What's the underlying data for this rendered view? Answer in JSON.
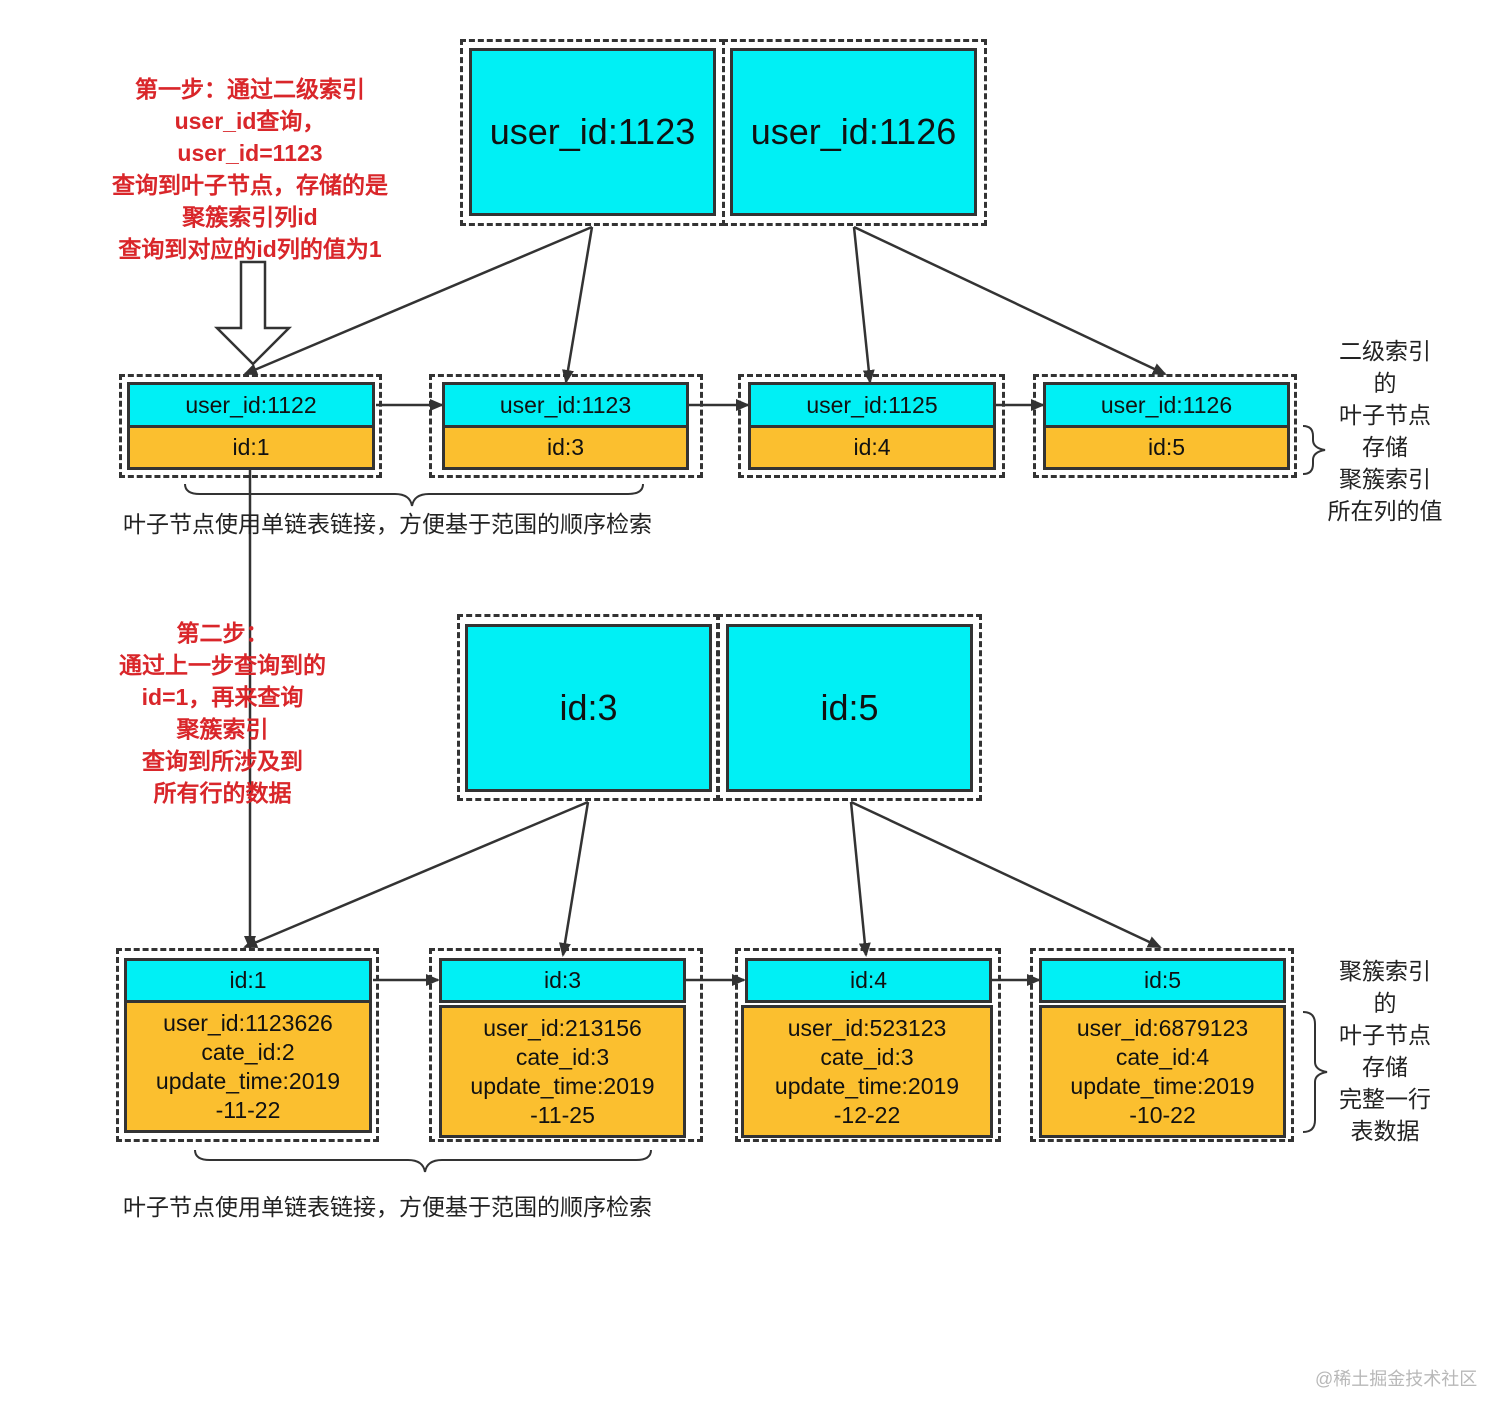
{
  "secondary_index": {
    "root_keys": [
      "user_id:1123",
      "user_id:1126"
    ],
    "leaves": [
      {
        "key": "user_id:1122",
        "value": "id:1"
      },
      {
        "key": "user_id:1123",
        "value": "id:3"
      },
      {
        "key": "user_id:1125",
        "value": "id:4"
      },
      {
        "key": "user_id:1126",
        "value": "id:5"
      }
    ],
    "side_note": "二级索引\n的\n叶子节点\n存储\n聚簇索引\n所在列的值",
    "caption": "叶子节点使用单链表链接，方便基于范围的顺序检索"
  },
  "clustered_index": {
    "root_keys": [
      "id:3",
      "id:5"
    ],
    "leaves": [
      {
        "key": "id:1",
        "row": "user_id:1123626\ncate_id:2\nupdate_time:2019\n-11-22"
      },
      {
        "key": "id:3",
        "row": "user_id:213156\ncate_id:3\nupdate_time:2019\n-11-25"
      },
      {
        "key": "id:4",
        "row": "user_id:523123\ncate_id:3\nupdate_time:2019\n-12-22"
      },
      {
        "key": "id:5",
        "row": "user_id:6879123\ncate_id:4\nupdate_time:2019\n-10-22"
      }
    ],
    "side_note": "聚簇索引\n的\n叶子节点\n存储\n完整一行\n表数据",
    "caption": "叶子节点使用单链表链接，方便基于范围的顺序检索"
  },
  "steps": {
    "step1": "第一步：通过二级索引\nuser_id查询，\nuser_id=1123\n查询到叶子节点，存储的是\n聚簇索引列id\n查询到对应的id列的值为1",
    "step2": "第二步：\n通过上一步查询到的\nid=1，再来查询\n聚簇索引\n查询到所涉及到\n所有行的数据"
  },
  "watermark": "@稀土掘金技术社区",
  "colors": {
    "node_key": "#00f0f5",
    "node_value": "#fbbf2f",
    "annotation": "#d9262a"
  }
}
